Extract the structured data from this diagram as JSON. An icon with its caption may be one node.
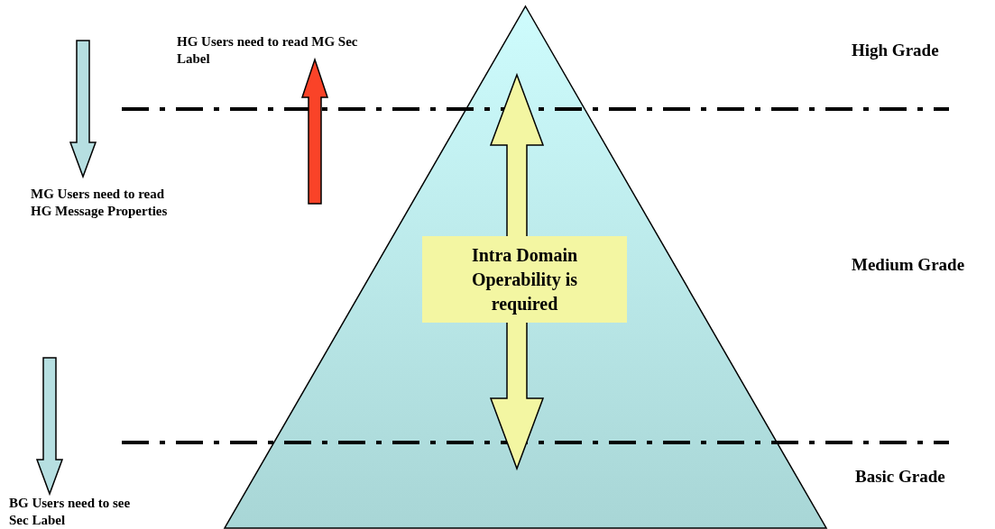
{
  "diagram": {
    "nodes": [
      {
        "text": [],
        "shape": "triangle"
      },
      {
        "text": [
          "Intra Domain Operability is required"
        ],
        "in": 0
      }
    ],
    "labels": [
      "HG Users need to read MG Sec Label",
      "High Grade",
      "MG Users need to read HG Message Properties",
      "Medium Grade",
      "Basic Grade",
      "BG Users need to see Sec Label"
    ]
  }
}
